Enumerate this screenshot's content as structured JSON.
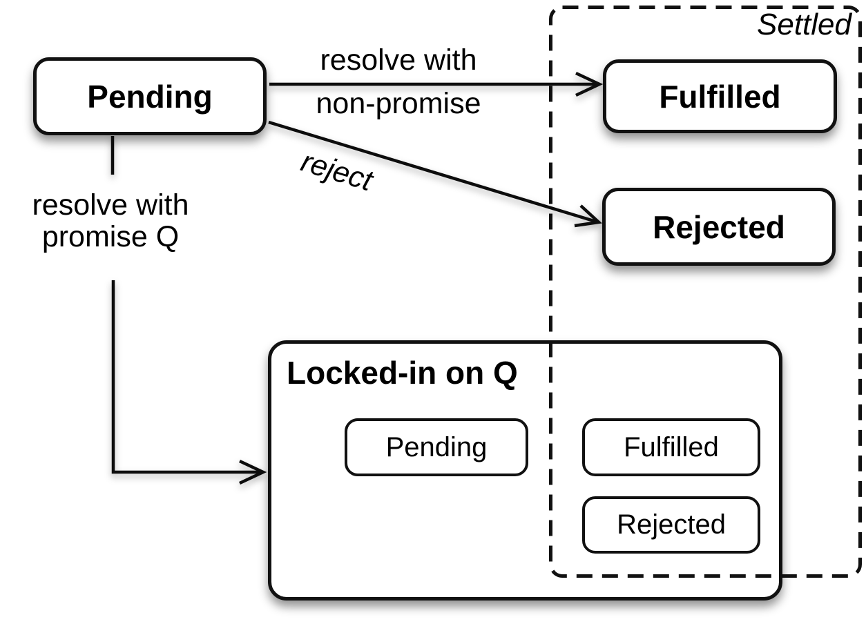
{
  "diagram": {
    "states": {
      "pending": "Pending",
      "fulfilled": "Fulfilled",
      "rejected": "Rejected"
    },
    "groups": {
      "settled_label": "Settled",
      "locked_label": "Locked-in on Q"
    },
    "locked_states": {
      "pending": "Pending",
      "fulfilled": "Fulfilled",
      "rejected": "Rejected"
    },
    "edges": {
      "resolve_non_promise": {
        "line1": "resolve with",
        "line2": "non-promise"
      },
      "reject": "reject",
      "resolve_promise": {
        "line1": "resolve with",
        "line2": "promise Q"
      }
    },
    "colors": {
      "stroke": "#111111",
      "background": "#ffffff"
    }
  }
}
